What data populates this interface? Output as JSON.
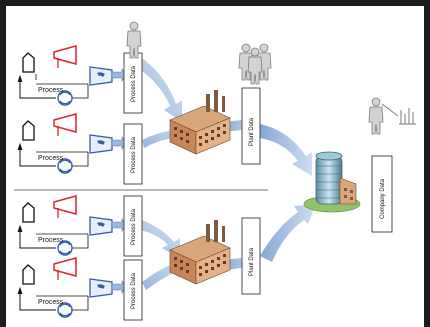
{
  "process_units": [
    {
      "label": "Process",
      "data_label": "Process Data"
    },
    {
      "label": "Process",
      "data_label": "Process Data"
    },
    {
      "label": "Process",
      "data_label": "Process Data"
    },
    {
      "label": "Process",
      "data_label": "Process Data"
    }
  ],
  "plants": [
    {
      "data_label": "Plant Data"
    },
    {
      "data_label": "Plant Data"
    }
  ],
  "company": {
    "data_label": "Company Data"
  },
  "icons": {
    "single_person": "person-icon",
    "group": "people-group-icon",
    "presenter": "presenter-chart-icon",
    "factory": "factory-icon",
    "headquarters": "office-building-icon"
  },
  "colors": {
    "arrow": "#8faedb",
    "tank_red": "#e0242a",
    "pump_blue": "#2f5fa8",
    "divider": "#b9b9b9"
  }
}
